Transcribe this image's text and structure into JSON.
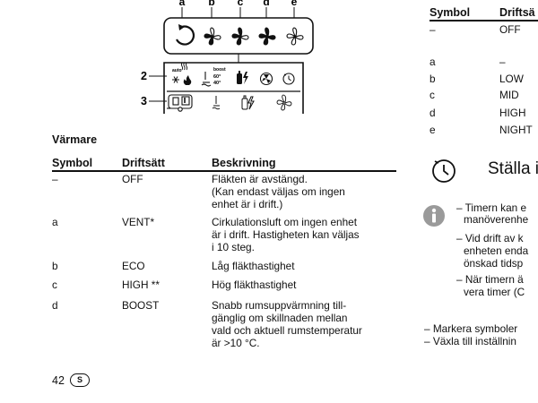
{
  "diagram": {
    "top_letters": [
      "a",
      "b",
      "c",
      "d",
      "e"
    ],
    "callouts": [
      "2",
      "3"
    ],
    "panel_text": {
      "auto": "auto",
      "boost": "boost",
      "t60": "60°",
      "t40": "40°"
    }
  },
  "heater": {
    "title": "Värmare",
    "headers": {
      "symbol": "Symbol",
      "mode": "Driftsätt",
      "description": "Beskrivning"
    },
    "rows": [
      {
        "symbol": "–",
        "mode": "OFF",
        "desc": [
          "Fläkten är avstängd.",
          "(Kan endast väljas om ingen",
          "enhet är i drift.)"
        ]
      },
      {
        "symbol": "a",
        "mode": "VENT*",
        "desc": [
          "Cirkulationsluft om ingen enhet",
          "är i drift. Hastigheten kan väljas",
          "i 10 steg."
        ]
      },
      {
        "symbol": "b",
        "mode": "ECO",
        "desc": [
          "Låg fläkthastighet"
        ]
      },
      {
        "symbol": "c",
        "mode": "HIGH **",
        "desc": [
          "Hög fläkthastighet"
        ]
      },
      {
        "symbol": "d",
        "mode": "BOOST",
        "desc": [
          "Snabb rumsuppvärmning till-",
          "gänglig om skillnaden mellan",
          "vald och aktuell rumstemperatur",
          "är >10 °C."
        ]
      }
    ]
  },
  "right_table": {
    "headers": {
      "symbol": "Symbol",
      "mode": "Driftsä"
    },
    "rows": [
      {
        "symbol": "–",
        "mode": "OFF"
      },
      {
        "symbol": "a",
        "mode": "–"
      },
      {
        "symbol": "b",
        "mode": "LOW"
      },
      {
        "symbol": "c",
        "mode": "MID"
      },
      {
        "symbol": "d",
        "mode": "HIGH"
      },
      {
        "symbol": "e",
        "mode": "NIGHT"
      }
    ]
  },
  "timer": {
    "title": "Ställa i",
    "notes": [
      "– Timern kan e",
      "manöverenhe",
      "– Vid drift av k",
      "enheten enda",
      "önskad tidsp",
      "– När timern ä",
      "vera timer (C"
    ],
    "steps": [
      "– Markera symboler",
      "– Växla till inställnin"
    ]
  },
  "footer": {
    "page": "42",
    "country": "S"
  }
}
